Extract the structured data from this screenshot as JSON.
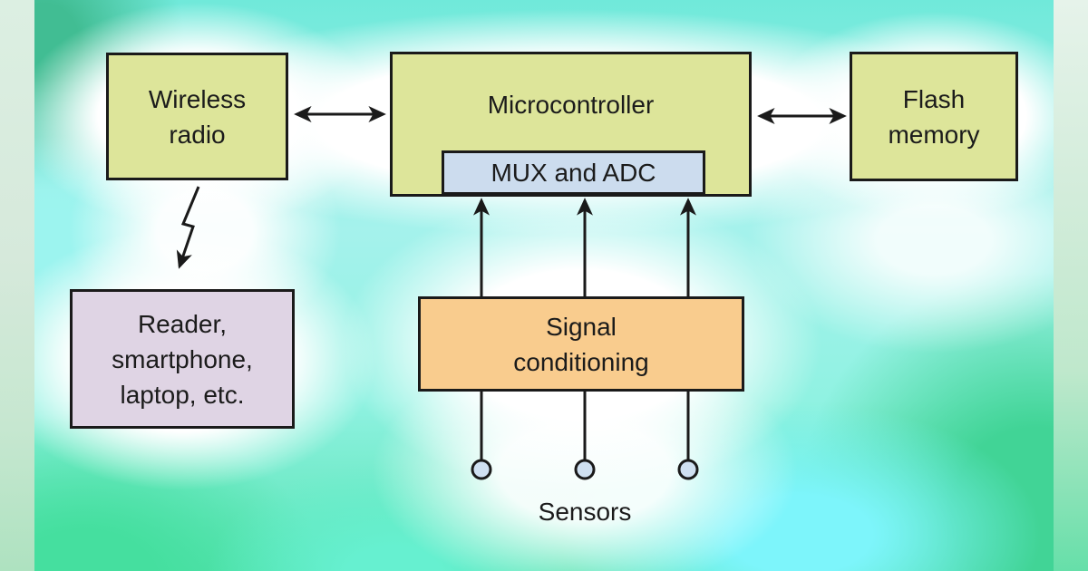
{
  "diagram": {
    "nodes": {
      "wireless_radio": {
        "label": "Wireless\nradio",
        "fill": "#dde59a"
      },
      "microcontroller": {
        "label": "Microcontroller",
        "fill": "#dde59a"
      },
      "mux_adc": {
        "label": "MUX and ADC",
        "fill": "#ccdcee"
      },
      "flash_memory": {
        "label": "Flash\nmemory",
        "fill": "#dde59a"
      },
      "reader": {
        "label": "Reader,\nsmartphone,\nlaptop, etc.",
        "fill": "#dfd4e4"
      },
      "signal_conditioning": {
        "label": "Signal\nconditioning",
        "fill": "#f9cc8e"
      },
      "sensors": {
        "label": "Sensors",
        "count": 3,
        "circle_fill": "#cfe0f1"
      }
    },
    "connections": [
      {
        "from": "wireless_radio",
        "to": "microcontroller",
        "style": "double-arrow"
      },
      {
        "from": "microcontroller",
        "to": "flash_memory",
        "style": "double-arrow"
      },
      {
        "from": "wireless_radio",
        "to": "reader",
        "style": "lightning-arrow"
      },
      {
        "from": "signal_conditioning",
        "to": "mux_adc",
        "style": "three-up-arrows"
      },
      {
        "from": "sensors",
        "to": "signal_conditioning",
        "style": "three-lines"
      }
    ],
    "colors": {
      "line": "#1a1a1a",
      "text": "#1b1b1b",
      "background_teal": "#70e9da",
      "background_green": "#45df9f",
      "background_cyan": "#7df5fb"
    }
  }
}
